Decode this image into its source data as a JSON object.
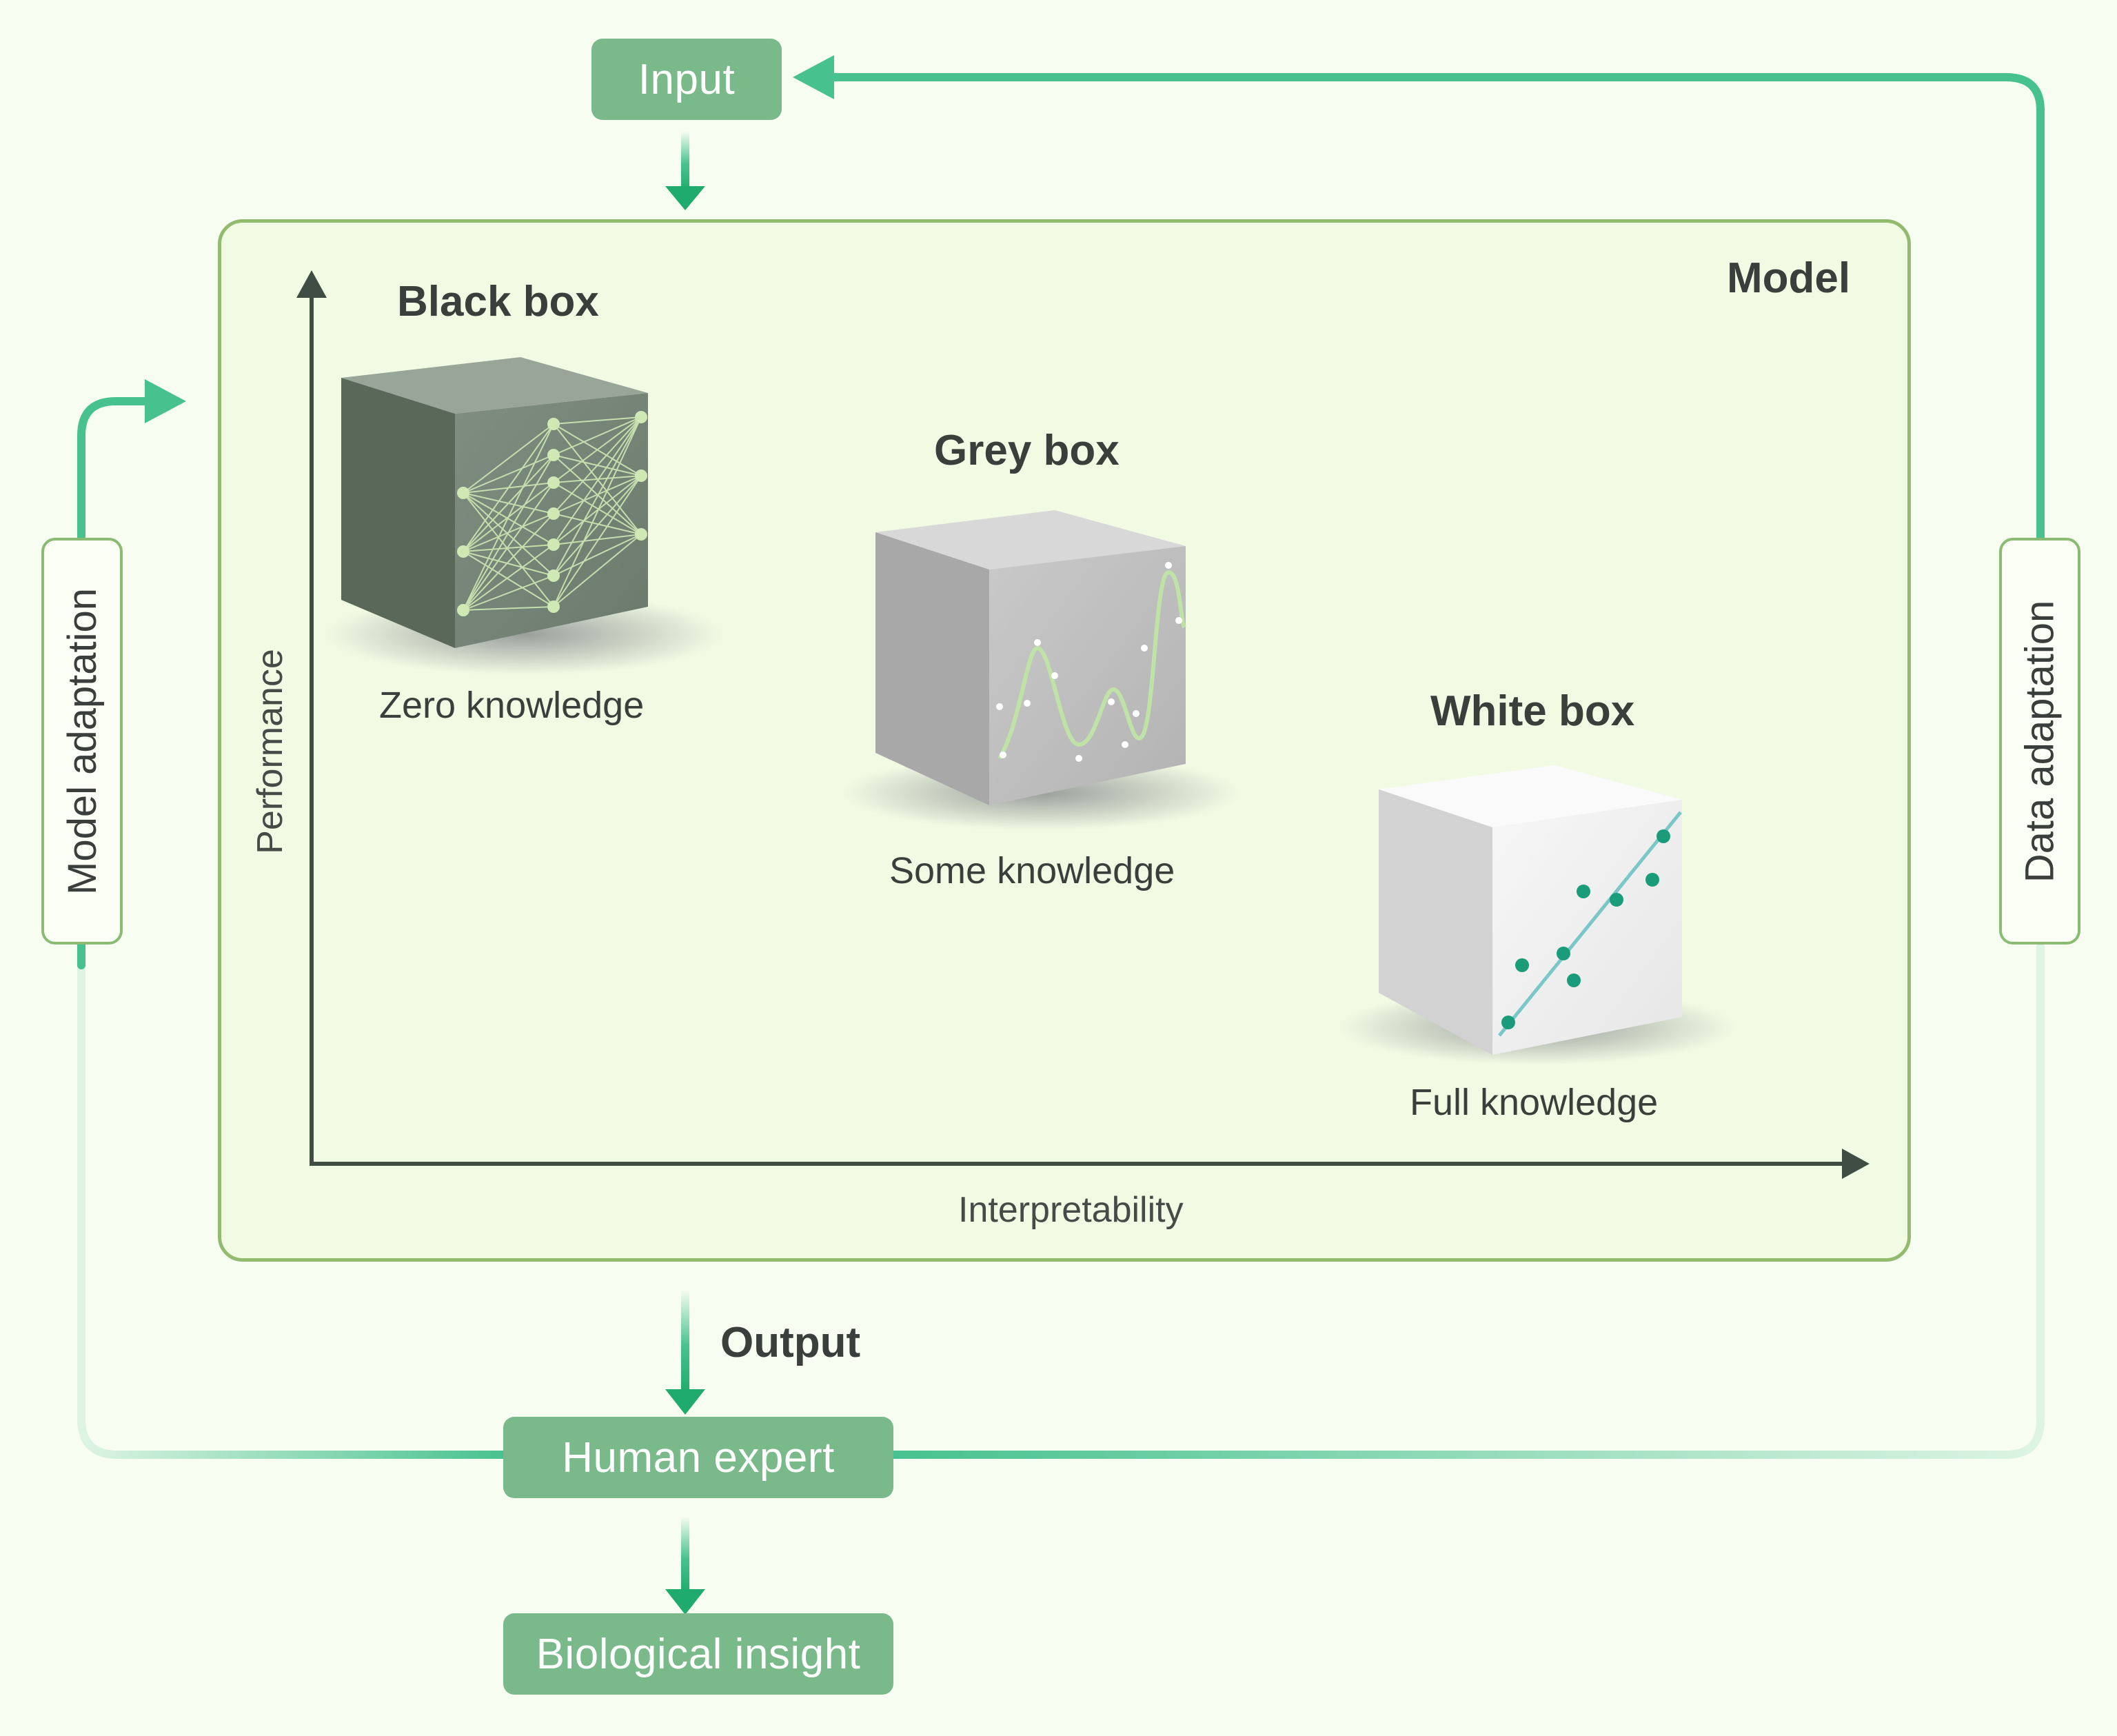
{
  "diagram": {
    "input_label": "Input",
    "model_label": "Model",
    "output_label": "Output",
    "human_expert_label": "Human expert",
    "biological_insight_label": "Biological insight",
    "model_adaptation_label": "Model adaptation",
    "data_adaptation_label": "Data adaptation",
    "axis_y_label": "Performance",
    "axis_x_label": "Interpretability",
    "boxes": [
      {
        "title": "Black box",
        "caption": "Zero knowledge"
      },
      {
        "title": "Grey box",
        "caption": "Some knowledge"
      },
      {
        "title": "White box",
        "caption": "Full knowledge"
      }
    ]
  },
  "colors": {
    "flow_green": "#47c28f",
    "pill_green": "#7ab98a",
    "model_border": "#93bb70",
    "model_fill": "#f1fbe4",
    "axis": "#3f4d44"
  }
}
